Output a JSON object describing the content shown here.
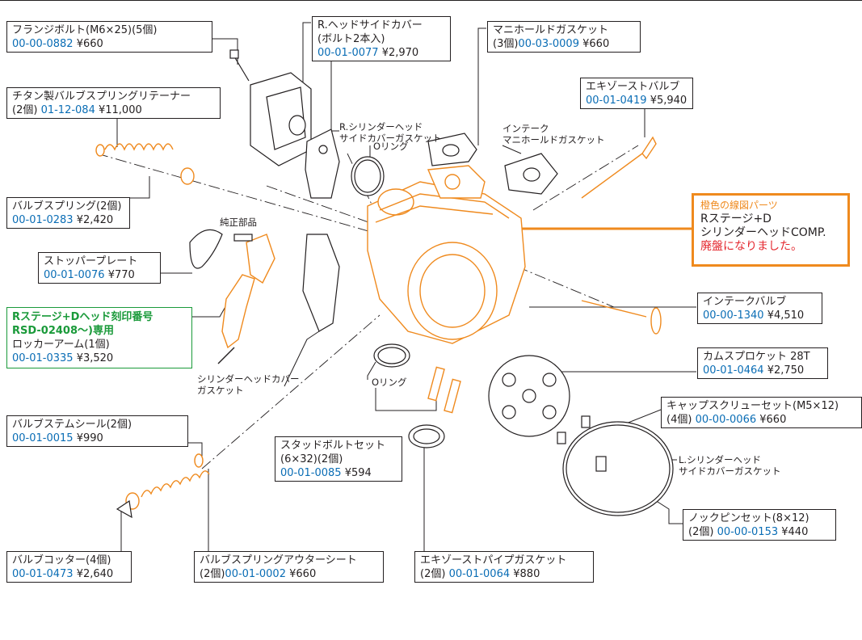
{
  "colors": {
    "orange": "#ef8a1e",
    "blue": "#0a6db5",
    "green": "#1a9a3a",
    "red": "#e4282f",
    "ink": "#231f20"
  },
  "labels": {
    "flange_bolt": {
      "name": "フランジボルト(M6×25)(5個)",
      "code": "00-00-0882",
      "price": "¥660"
    },
    "r_head_cover": {
      "name": "R.ヘッドサイドカバー",
      "sub": "(ボルト2本入)",
      "code": "00-01-0077",
      "price": "¥2,970"
    },
    "manifold_gasket": {
      "name": "マニホールドガスケット",
      "qty": "(3個)",
      "code": "00-03-0009",
      "price": "¥660"
    },
    "ti_retainer": {
      "name": "チタン製バルブスプリングリテーナー",
      "qty": "(2個)",
      "code": "01-12-084",
      "price": "¥11,000"
    },
    "exhaust_valve": {
      "name": "エキゾーストバルブ",
      "code": "00-01-0419",
      "price": "¥5,940"
    },
    "valve_spring": {
      "name": "バルブスプリング(2個)",
      "code": "00-01-0283",
      "price": "¥2,420"
    },
    "stopper_plate": {
      "name": "ストッパープレート",
      "code": "00-01-0076",
      "price": "¥770"
    },
    "rocker_arm": {
      "note1": "Rステージ+Dヘッド刻印番号",
      "note2": "RSD-02408〜)専用",
      "name": "ロッカーアーム(1個)",
      "code": "00-01-0335",
      "price": "¥3,520"
    },
    "intake_valve": {
      "name": "インテークバルブ",
      "code": "00-00-1340",
      "price": "¥4,510"
    },
    "cam_sprocket": {
      "name": "カムスプロケット 28T",
      "code": "00-01-0464",
      "price": "¥2,750"
    },
    "cap_screw": {
      "name": "キャップスクリューセット(M5×12)",
      "qty": "(4個)",
      "code": "00-00-0066",
      "price": "¥660"
    },
    "stem_seal": {
      "name": "バルブステムシール(2個)",
      "code": "00-01-0015",
      "price": "¥990"
    },
    "stud_bolt": {
      "name": "スタッドボルトセット",
      "sub": "(6×32)(2個)",
      "code": "00-01-0085",
      "price": "¥594"
    },
    "knock_pin": {
      "name": "ノックピンセット(8×12)",
      "qty": "(2個)",
      "code": "00-00-0153",
      "price": "¥440"
    },
    "valve_cotter": {
      "name": "バルブコッター(4個)",
      "code": "00-01-0473",
      "price": "¥2,640"
    },
    "outer_seat": {
      "name": "バルブスプリングアウターシート",
      "qty": "(2個)",
      "code": "00-01-0002",
      "price": "¥660"
    },
    "exhaust_pipe_gasket": {
      "name": "エキゾーストパイプガスケット",
      "qty": "(2個)",
      "code": "00-01-0064",
      "price": "¥880"
    }
  },
  "free_text": {
    "r_cyl_cover_gasket_1": "R.シリンダーヘッド",
    "r_cyl_cover_gasket_2": "サイドカバーガスケット",
    "o_ring_top": "Oリング",
    "intake_manifold_gasket_1": "インテーク",
    "intake_manifold_gasket_2": "マニホールドガスケット",
    "genuine_part": "純正部品",
    "cyl_head_cover_gasket_1": "シリンダーヘッドカバー",
    "cyl_head_cover_gasket_2": "ガスケット",
    "o_ring_bottom": "Oリング",
    "l_cyl_cover_gasket_1": "L.シリンダーヘッド",
    "l_cyl_cover_gasket_2": "サイドカバーガスケット"
  },
  "callout": {
    "title": "橙色の線図パーツ",
    "line1": "Rステージ+D",
    "line2": "シリンダーヘッドCOMP.",
    "line3": "廃盤になりました。"
  }
}
